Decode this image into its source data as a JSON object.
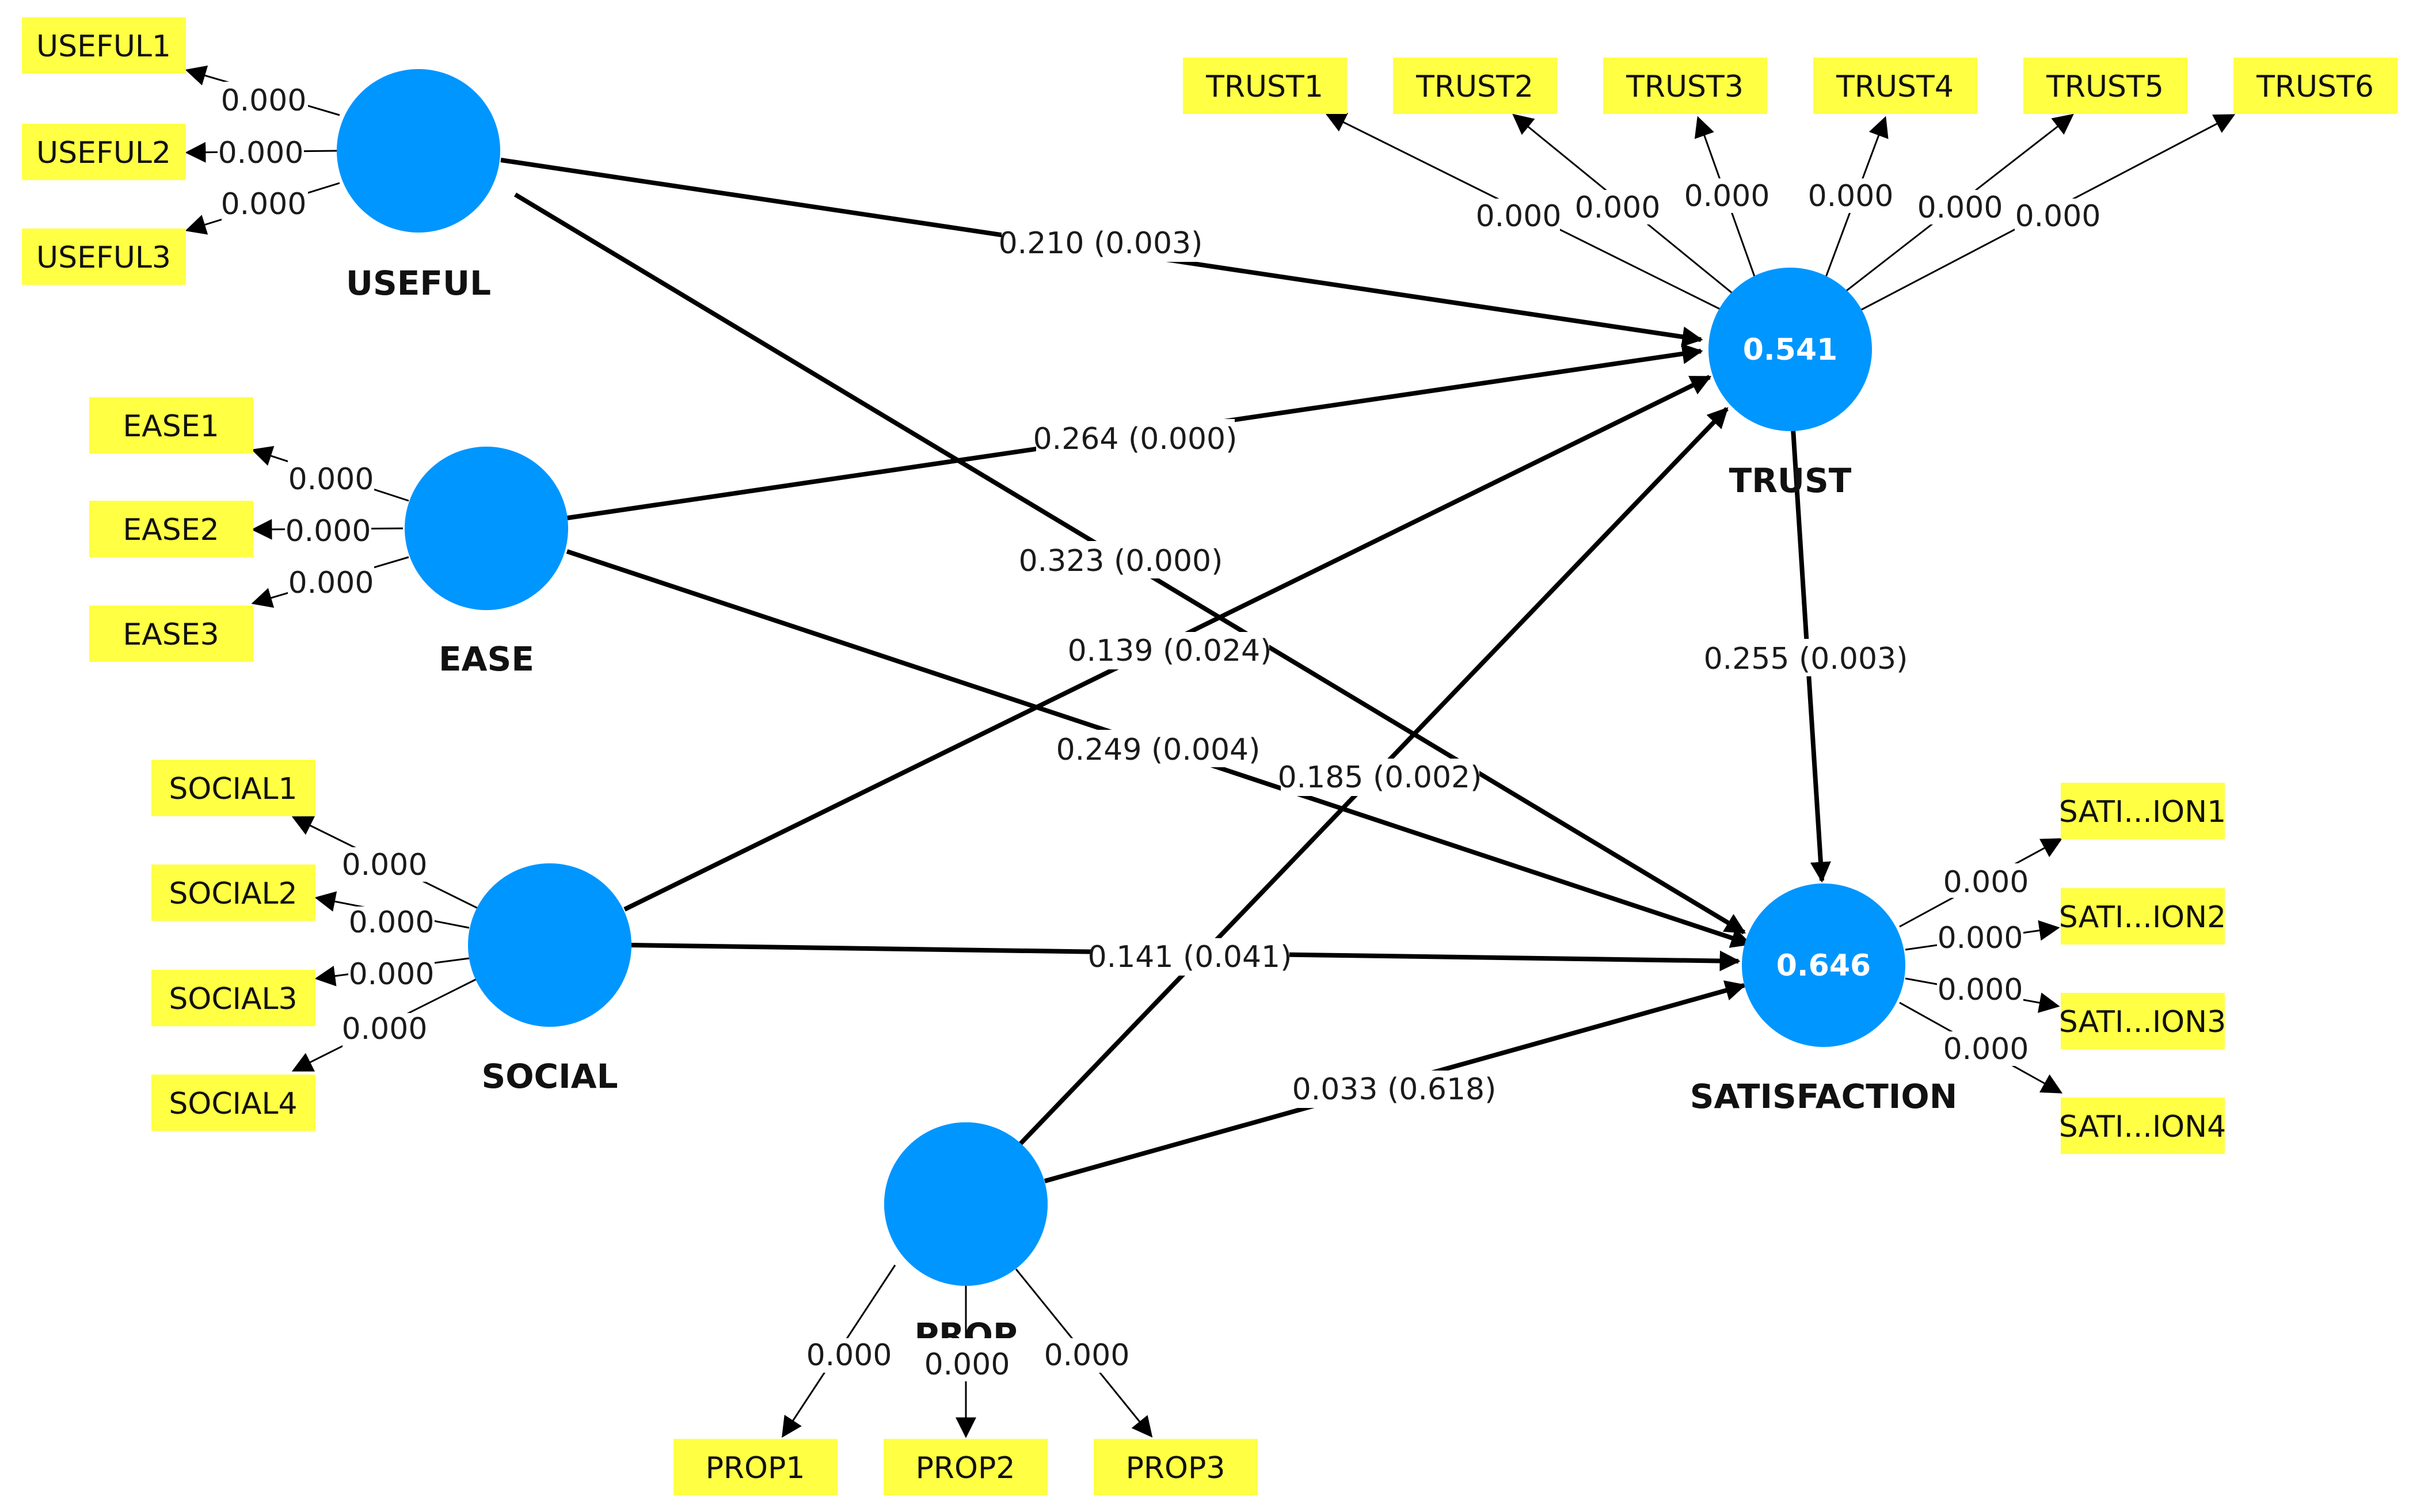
{
  "colors": {
    "latent_fill": "#0096FF",
    "indicator_fill": "#FFFF44",
    "edge": "#000000"
  },
  "latent": {
    "useful": {
      "name": "USEFUL",
      "r2": ""
    },
    "ease": {
      "name": "EASE",
      "r2": ""
    },
    "social": {
      "name": "SOCIAL",
      "r2": ""
    },
    "prop": {
      "name": "PROP",
      "r2": ""
    },
    "trust": {
      "name": "TRUST",
      "r2": "0.541"
    },
    "satisfaction": {
      "name": "SATISFACTION",
      "r2": "0.646"
    }
  },
  "indicators": {
    "useful": [
      "USEFUL1",
      "USEFUL2",
      "USEFUL3"
    ],
    "ease": [
      "EASE1",
      "EASE2",
      "EASE3"
    ],
    "social": [
      "SOCIAL1",
      "SOCIAL2",
      "SOCIAL3",
      "SOCIAL4"
    ],
    "trust": [
      "TRUST1",
      "TRUST2",
      "TRUST3",
      "TRUST4",
      "TRUST5",
      "TRUST6"
    ],
    "satisfaction": [
      "SATI...ION1",
      "SATI...ION2",
      "SATI...ION3",
      "SATI...ION4"
    ],
    "prop": [
      "PROP1",
      "PROP2",
      "PROP3"
    ]
  },
  "loadings": {
    "useful": [
      "0.000",
      "0.000",
      "0.000"
    ],
    "ease": [
      "0.000",
      "0.000",
      "0.000"
    ],
    "social": [
      "0.000",
      "0.000",
      "0.000",
      "0.000"
    ],
    "trust": [
      "0.000",
      "0.000",
      "0.000",
      "0.000",
      "0.000",
      "0.000"
    ],
    "satisfaction": [
      "0.000",
      "0.000",
      "0.000",
      "0.000"
    ],
    "prop": [
      "0.000",
      "0.000",
      "0.000"
    ]
  },
  "paths": {
    "useful_trust": "0.210 (0.003)",
    "ease_trust": "0.264 (0.000)",
    "social_trust": "0.139 (0.024)",
    "prop_trust": "0.185 (0.002)",
    "useful_satisfaction": "0.323 (0.000)",
    "ease_satisfaction": "0.249 (0.004)",
    "social_satisfaction": "0.141 (0.041)",
    "prop_satisfaction": "0.033 (0.618)",
    "trust_satisfaction": "0.255 (0.003)"
  }
}
